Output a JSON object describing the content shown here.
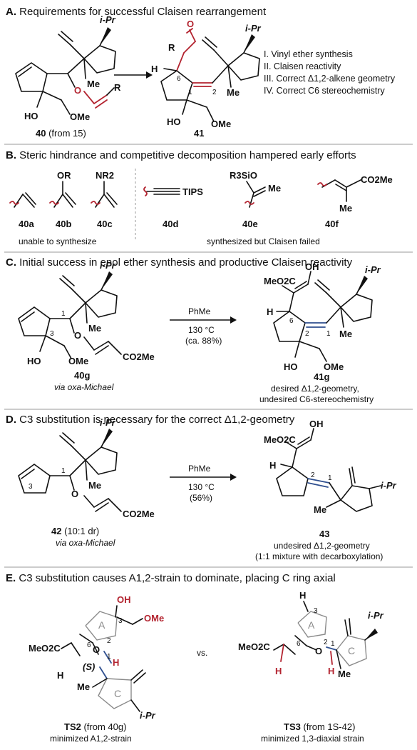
{
  "panels": {
    "a": {
      "letter": "A.",
      "title": "Requirements for successful Claisen rearrangement",
      "start_compound": "40",
      "start_note": "(from 15)",
      "product": "41",
      "requirements": [
        "I.  Vinyl ether synthesis",
        "II.  Claisen reactivity",
        "III.  Correct Δ1,2-alkene geometry",
        "IV.  Correct C6 stereochemistry"
      ]
    },
    "b": {
      "letter": "B.",
      "title": "Steric hindrance and competitive decomposition hampered early efforts",
      "compounds": [
        "40a",
        "40b",
        "40c",
        "40d",
        "40e",
        "40f"
      ],
      "caption_left": "unable to synthesize",
      "caption_right": "synthesized but Claisen failed"
    },
    "c": {
      "letter": "C.",
      "title": "Initial success in enol ether synthesis and productive Claisen reactivity",
      "reagent": "PhMe",
      "conditions": "130 °C",
      "yield": "(ca. 88%)",
      "start_compound": "40g",
      "start_note": "via oxa-Michael",
      "product": "41g",
      "product_note_1": "desired Δ1,2-geometry,",
      "product_note_2": "undesired C6-stereochemistry"
    },
    "d": {
      "letter": "D.",
      "title": "C3 substitution is necessary for the correct Δ1,2-geometry",
      "reagent": "PhMe",
      "conditions": "130 °C",
      "yield": "(56%)",
      "start_compound": "42",
      "start_dr": "(10:1 dr)",
      "start_note": "via oxa-Michael",
      "product": "43",
      "product_note_1": "undesired Δ1,2-geometry",
      "product_note_2": "(1:1 mixture with decarboxylation)"
    },
    "e": {
      "letter": "E.",
      "title": "C3 substitution causes A1,2-strain to dominate, placing C ring axial",
      "vs": "vs.",
      "ts_left": "TS2",
      "ts_left_note": "(from 40g)",
      "ts_left_caption": "minimized A1,2-strain",
      "ts_right": "TS3",
      "ts_right_note": "(from 1S-42)",
      "ts_right_caption": "minimized 1,3-diaxial strain"
    }
  },
  "atoms": {
    "ipr": "i-Pr",
    "me": "Me",
    "ome": "OMe",
    "oh": "OH",
    "ho": "HO",
    "o": "O",
    "h": "H",
    "r": "R",
    "or": "OR",
    "nr2": "NR2",
    "tips": "TIPS",
    "r3sio": "R3SiO",
    "co2me": "CO2Me",
    "meo2c": "MeO2C",
    "s": "(S)",
    "ring_a": "A",
    "ring_c": "C"
  },
  "colors": {
    "accent_red": "#b3232f",
    "accent_blue": "#2f4f8f",
    "separator": "#9a9a9a"
  }
}
